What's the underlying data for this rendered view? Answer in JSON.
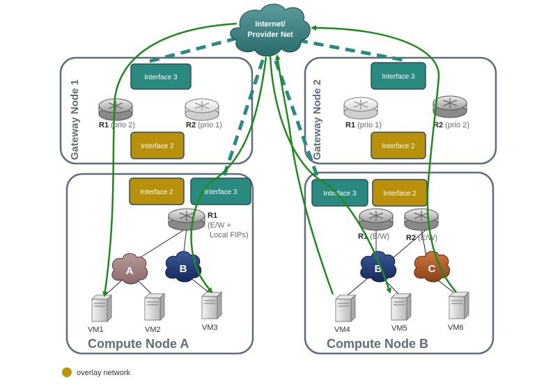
{
  "internet": {
    "line1": "Internet/",
    "line2": "Provider Net"
  },
  "gateway_node_1": {
    "title": "Gateway Node 1",
    "interface_top": "Interface 3",
    "interface_bottom": "Interface 2",
    "r1_name": "R1",
    "r1_prio": "(prio 2)",
    "r2_name": "R2",
    "r2_prio": "(prio 1)"
  },
  "gateway_node_2": {
    "title": "Gateway Node 2",
    "interface_top": "Interface 3",
    "interface_bottom": "Interface 2",
    "r1_name": "R1",
    "r1_prio": "(prio 1)",
    "r2_name": "R2",
    "r2_prio": "(prio 2)"
  },
  "compute_node_a": {
    "title": "Compute Node A",
    "interface_left": "Interface 2",
    "interface_right": "Interface 3",
    "router_name": "R1",
    "router_desc1": "(E/W +",
    "router_desc2": "Local FIPs)",
    "cloud_a": "A",
    "cloud_b": "B",
    "vms": [
      "VM1",
      "VM2",
      "VM3"
    ]
  },
  "compute_node_b": {
    "title": "Compute Node B",
    "interface_left": "Interface 3",
    "interface_right": "Interface 2",
    "r1_name": "R1",
    "r1_desc": "(E/W)",
    "r2_name": "R2",
    "r2_desc": "(E/W)",
    "cloud_b": "B",
    "cloud_c": "C",
    "vms": [
      "VM4",
      "VM5",
      "VM6"
    ]
  },
  "legend": {
    "label": "overlay network",
    "color": "#b8960c"
  },
  "colors": {
    "teal": "#2a8a80",
    "gold": "#b8900a",
    "green_line": "#1e8a1e",
    "dash_line": "#2a8a80",
    "box_stroke": "#5e6e7a"
  }
}
